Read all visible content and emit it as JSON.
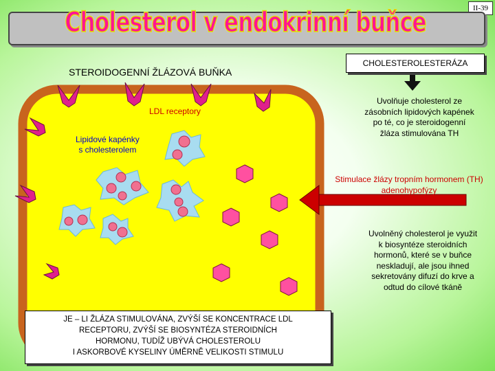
{
  "slide_number": "II-39",
  "title": "Cholesterol v endokrinní buňce",
  "cell_heading": "STEROIDOGENNÍ ŽLÁZOVÁ BUŇKA",
  "ldl_label": "LDL receptory",
  "droplet_label_line1": "Lipidové kapénky",
  "droplet_label_line2": "s cholesterolem",
  "enzyme_box": "CHOLESTEROLESTERÁZA",
  "release_text": "Uvolňuje cholesterol ze zásobních lipidových kapének po té, co je steroidogenní žláza stimulována TH",
  "stimulation_text": "Stimulace žlázy tropním hormonem (TH) adenohypofýzy",
  "used_text": "Uvolněný cholesterol je využit k biosyntéze steroidních hormonů, které se v buňce neskladují, ale jsou ihned sekretovány difuzí do krve a odtud do cílové tkáně",
  "bottom_box_lines": [
    "JE – LI ŽLÁZA STIMULOVÁNA, ZVÝŠÍ SE KONCENTRACE LDL",
    "RECEPTORU, ZVÝŠÍ SE BIOSYNTÉZA STEROIDNÍCH",
    "HORMONU, TUDÍŽ UBÝVÁ CHOLESTEROLU",
    "I ASKORBOVÉ KYSELINY ÚMĚRNĚ VELIKOSTI STIMULU"
  ],
  "colors": {
    "cell_fill": "#ffff00",
    "cell_border": "#c8641e",
    "receptor": "#e0208c",
    "droplet": "#a8dcf0",
    "cholesterol": "#f07090",
    "hexagon": "#ff50a0",
    "arrow": "#cc0000",
    "title": "#ff1493"
  }
}
